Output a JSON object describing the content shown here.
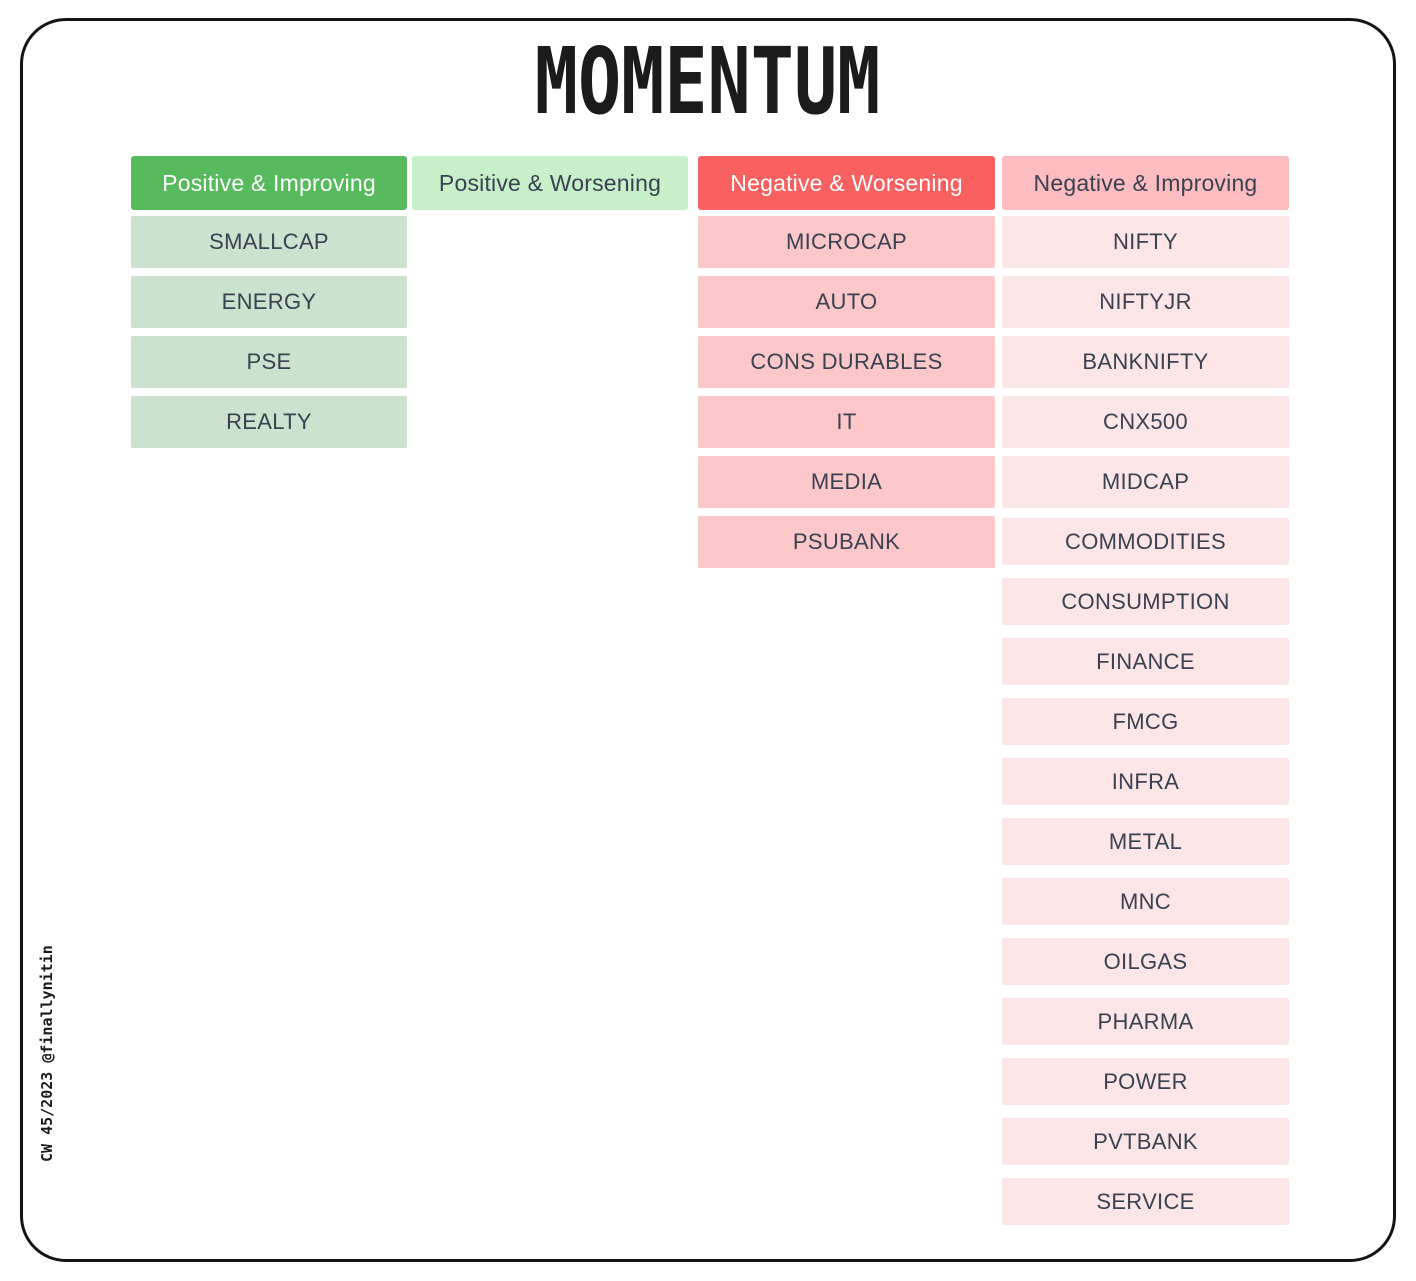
{
  "title": "MOMENTUM",
  "watermark": "CW 45/2023 @finallynitin",
  "colors": {
    "background": "#ffffff",
    "frame_border": "#141414",
    "title_text": "#1b1b1b",
    "dark_label_text": "#3a4150",
    "white_label_text": "#ffffff"
  },
  "chart_data": {
    "type": "table",
    "title": "MOMENTUM",
    "legend_note": "momentum quadrant board: sectors/indices grouped by momentum state",
    "columns": [
      {
        "header": "Positive & Improving",
        "header_bg": "#57ba5d",
        "header_text": "#ffffff",
        "cell_bg": "#cbe3ce",
        "items": [
          "SMALLCAP",
          "ENERGY",
          "PSE",
          "REALTY"
        ]
      },
      {
        "header": "Positive & Worsening",
        "header_bg": "#c7f0ca",
        "header_text": "#3a4150",
        "cell_bg": "#c7f0ca",
        "items": []
      },
      {
        "header": "Negative & Worsening",
        "header_bg": "#f96060",
        "header_text": "#ffffff",
        "cell_bg": "#fbc7c9",
        "items": [
          "MICROCAP",
          "AUTO",
          "CONS DURABLES",
          "IT",
          "MEDIA",
          "PSUBANK"
        ]
      },
      {
        "header": "Negative & Improving",
        "header_bg": "#fdbdc0",
        "header_text": "#3a4150",
        "cell_bg": "#fce5e7",
        "items": [
          "NIFTY",
          "NIFTYJR",
          "BANKNIFTY",
          "CNX500",
          "MIDCAP",
          "COMMODITIES",
          "CONSUMPTION",
          "FINANCE",
          "FMCG",
          "INFRA",
          "METAL",
          "MNC",
          "OILGAS",
          "PHARMA",
          "POWER",
          "PVTBANK",
          "SERVICE"
        ]
      }
    ]
  }
}
